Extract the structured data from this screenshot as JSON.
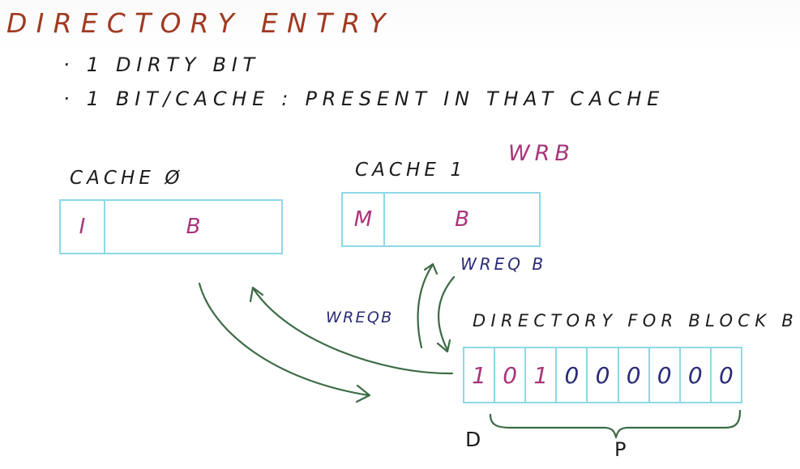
{
  "title": "DIRECTORY ENTRY",
  "bullets": [
    "· 1 DIRTY BIT",
    "· 1 BIT/CACHE : PRESENT IN THAT CACHE"
  ],
  "cache0": {
    "label": "CACHE Ø",
    "state": "I",
    "block": "B"
  },
  "cache1": {
    "label": "CACHE 1",
    "state": "M",
    "block": "B",
    "note": "WRB"
  },
  "arrow_labels": {
    "wreq_to_cache1": "WREQ B",
    "wreq_to_cache0": "WREQB"
  },
  "directory": {
    "label": "DIRECTORY FOR BLOCK B",
    "bits": [
      "1",
      "0",
      "1",
      "0",
      "0",
      "0",
      "0",
      "0",
      "0"
    ],
    "dirty_label": "D",
    "present_label": "P"
  },
  "colors": {
    "title": "#a03a22",
    "ink": "#1c1c1c",
    "pink": "#a8357a",
    "navy": "#2a2b78",
    "arrow_green": "#3c6b45",
    "box_cyan": "#8ed8e6"
  }
}
